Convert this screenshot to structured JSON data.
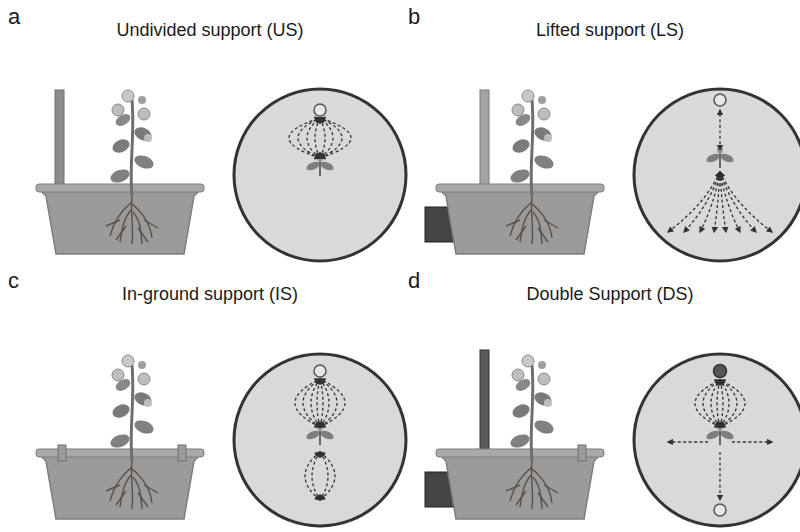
{
  "diagram": {
    "labels": [
      "a",
      "Undivided support (US)",
      "b",
      "Lifted support (LS)",
      "c",
      "In-ground support (IS)",
      "d",
      "Double Support (DS)"
    ]
  }
}
